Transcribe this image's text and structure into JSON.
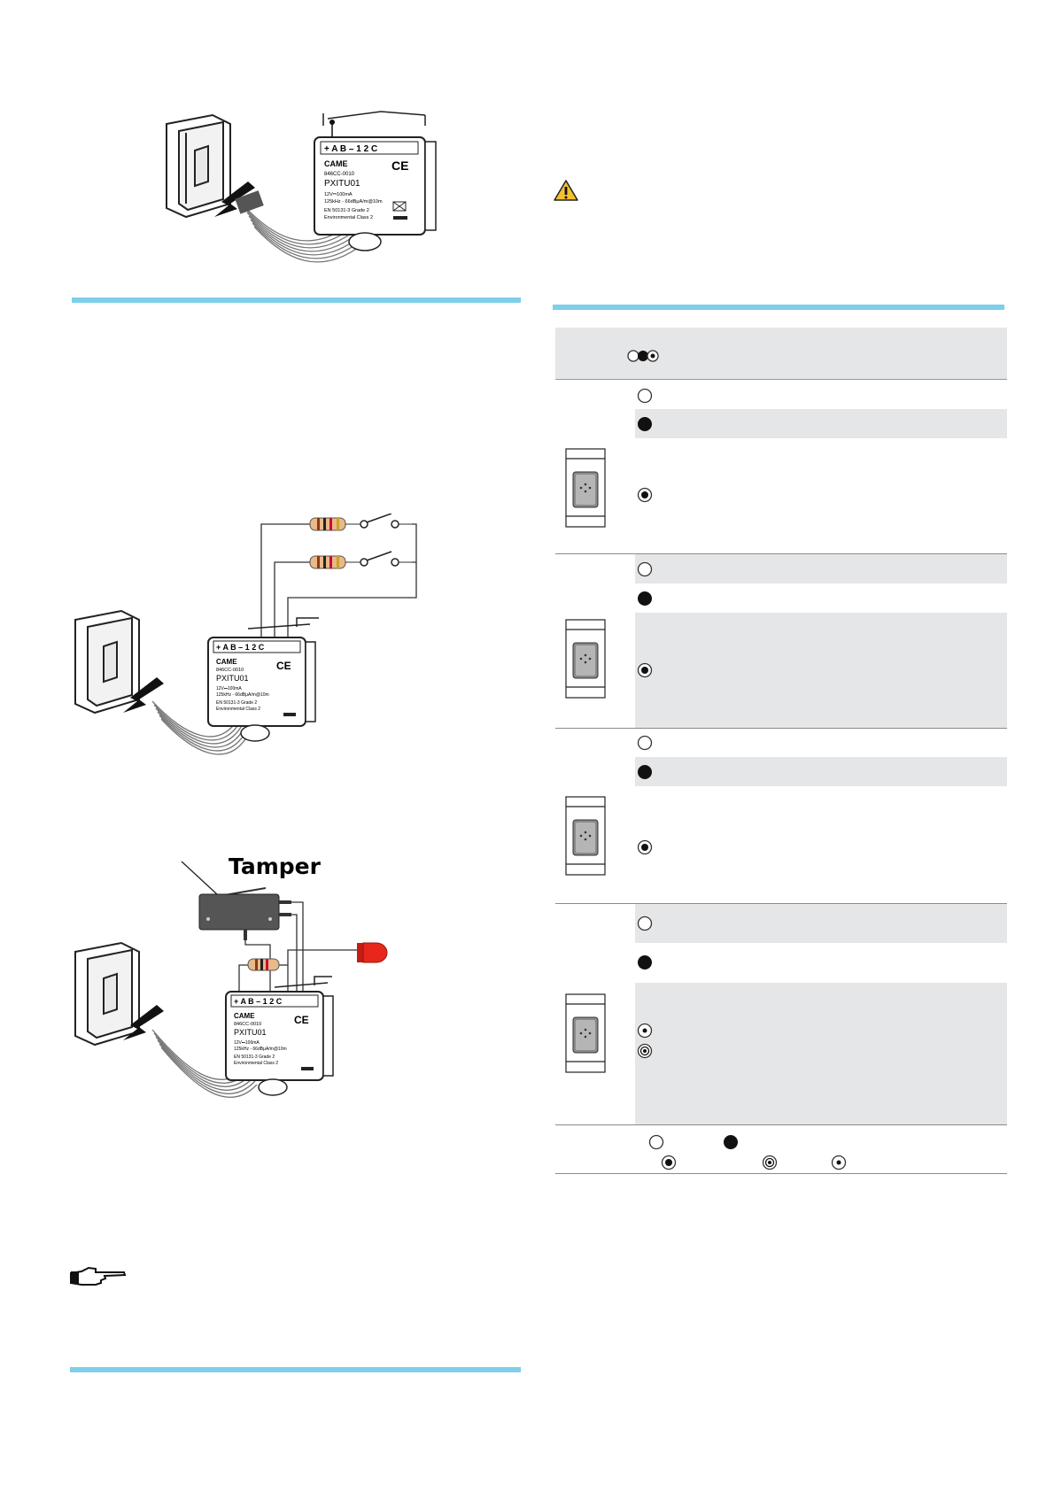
{
  "figures": {
    "fig1": {
      "terminals": [
        "+",
        "A",
        "B",
        "–",
        "1",
        "2",
        "C"
      ],
      "brand": "CAME",
      "model": "PXITU01",
      "code": "846CC-0010",
      "spec1": "12V⎓100mA",
      "spec2": "125kHz - 66dBμA/m@10m",
      "spec3": "EN 50131-3 Grade 2",
      "spec4": "Environmental Class 2"
    },
    "fig3": {
      "tamper_label": "Tamper"
    }
  },
  "table": {
    "header_icon": "led-states-icon",
    "groups": 4
  },
  "colors": {
    "accent_rule": "#7ecfe9",
    "band": "#e5e6e8",
    "warning": "#f2c12e",
    "led_red": "#e8261c"
  }
}
